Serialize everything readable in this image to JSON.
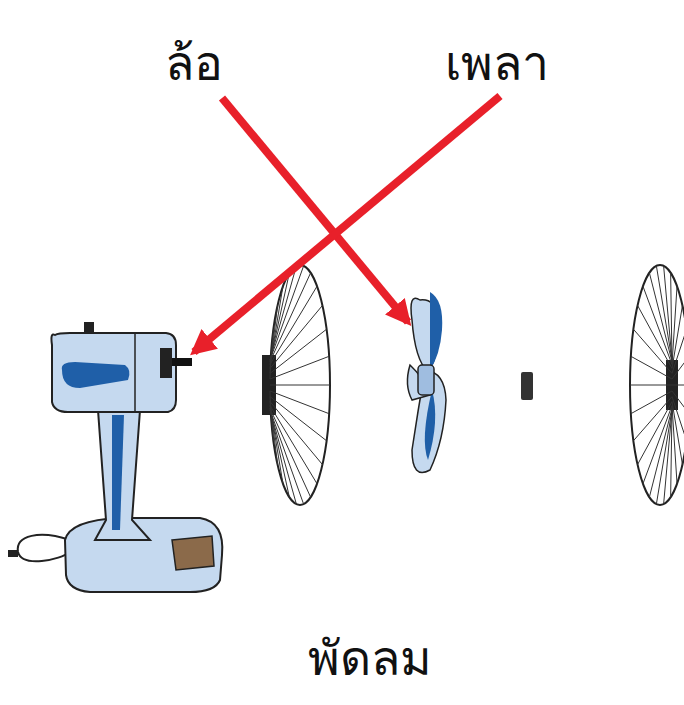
{
  "diagram": {
    "caption": "พัดลม",
    "labels": [
      "ล้อ",
      "เพลา"
    ]
  }
}
